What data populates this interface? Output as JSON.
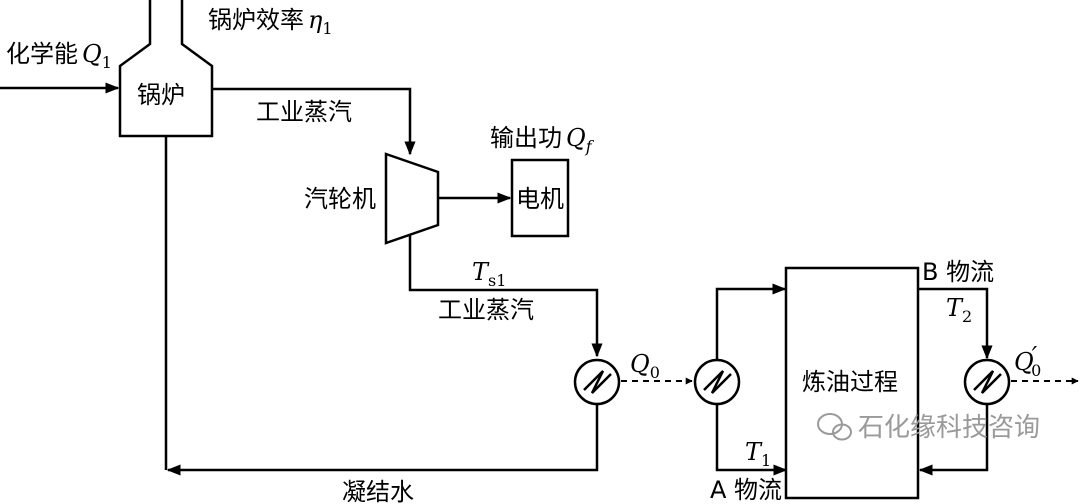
{
  "boiler": {
    "label": "锅炉",
    "efficiency_label": "锅炉效率",
    "efficiency_symbol": "η",
    "efficiency_sub": "1"
  },
  "input": {
    "label": "化学能",
    "symbol": "Q",
    "sub": "1"
  },
  "steam_top": {
    "label": "工业蒸汽"
  },
  "turbine": {
    "label": "汽轮机"
  },
  "output_work": {
    "label": "输出功",
    "symbol": "Q",
    "sub": "f"
  },
  "motor": {
    "label": "电机"
  },
  "ts1": {
    "symbol": "T",
    "sub": "s1"
  },
  "steam_bottom": {
    "label": "工业蒸汽"
  },
  "q0": {
    "symbol": "Q",
    "sub": "0"
  },
  "condensate": {
    "label": "凝结水"
  },
  "refining": {
    "label": "炼油过程"
  },
  "stream_b": {
    "label": "B 物流"
  },
  "t2": {
    "symbol": "T",
    "sub": "2"
  },
  "q0_prime": {
    "symbol": "Q",
    "sub": "0",
    "prime": "′"
  },
  "t1": {
    "symbol": "T",
    "sub": "1"
  },
  "stream_a": {
    "label": "A 物流"
  },
  "watermark": {
    "text": "石化缘科技咨询"
  }
}
